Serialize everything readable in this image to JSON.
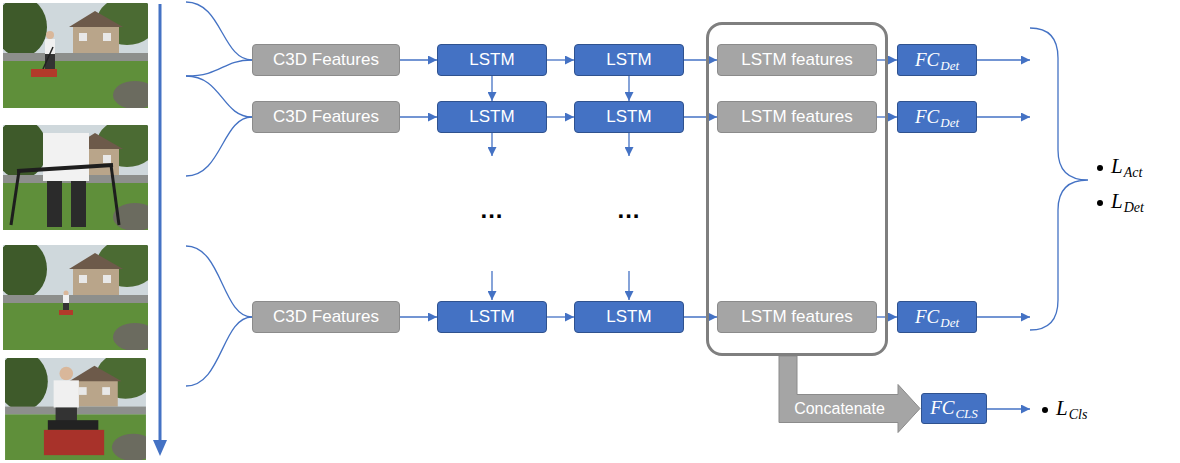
{
  "diagram": {
    "nodes": [
      {
        "text": [
          "C3D Features"
        ]
      },
      {
        "text": [
          "LSTM"
        ]
      },
      {
        "text": [
          "LSTM"
        ]
      },
      {
        "text": []
      },
      {
        "text": [
          "LSTM features"
        ],
        "in": 3
      },
      {
        "text": [
          "FC",
          "Det"
        ]
      },
      {
        "text": [
          "C3D Features"
        ]
      },
      {
        "text": [
          "LSTM"
        ]
      },
      {
        "text": [
          "LSTM"
        ]
      },
      {
        "text": [
          "LSTM features"
        ],
        "in": 3
      },
      {
        "text": [
          "FC",
          "Det"
        ]
      },
      {
        "text": [
          "C3D Features"
        ]
      },
      {
        "text": [
          "LSTM"
        ]
      },
      {
        "text": [
          "LSTM"
        ]
      },
      {
        "text": [
          "LSTM features"
        ],
        "in": 3
      },
      {
        "text": [
          "FC",
          "Det"
        ]
      },
      {
        "text": [
          "FC",
          "CLS"
        ]
      }
    ],
    "edges": [
      {
        "from": 0,
        "to": 1,
        "arrow": "to"
      },
      {
        "from": 1,
        "to": 2,
        "arrow": "to"
      },
      {
        "from": 2,
        "to": 4,
        "arrow": "to"
      },
      {
        "from": 4,
        "to": 5,
        "arrow": "to"
      },
      {
        "from": 6,
        "to": 7,
        "arrow": "to"
      },
      {
        "from": 7,
        "to": 8,
        "arrow": "to"
      },
      {
        "from": 8,
        "to": 9,
        "arrow": "to"
      },
      {
        "from": 9,
        "to": 10,
        "arrow": "to"
      },
      {
        "from": 11,
        "to": 12,
        "arrow": "to"
      },
      {
        "from": 12,
        "to": 13,
        "arrow": "to"
      },
      {
        "from": 13,
        "to": 14,
        "arrow": "to"
      },
      {
        "from": 14,
        "to": 15,
        "arrow": "to"
      },
      {
        "from": 1,
        "to": 7,
        "arrow": "to"
      },
      {
        "from": 2,
        "to": 8,
        "arrow": "to"
      },
      {
        "from": 3,
        "to": 16,
        "label": "Concatenate",
        "arrow": "to"
      }
    ],
    "labels": [
      "...",
      "...",
      "L",
      "Act",
      "L",
      "Det",
      "L",
      "Cls"
    ]
  }
}
